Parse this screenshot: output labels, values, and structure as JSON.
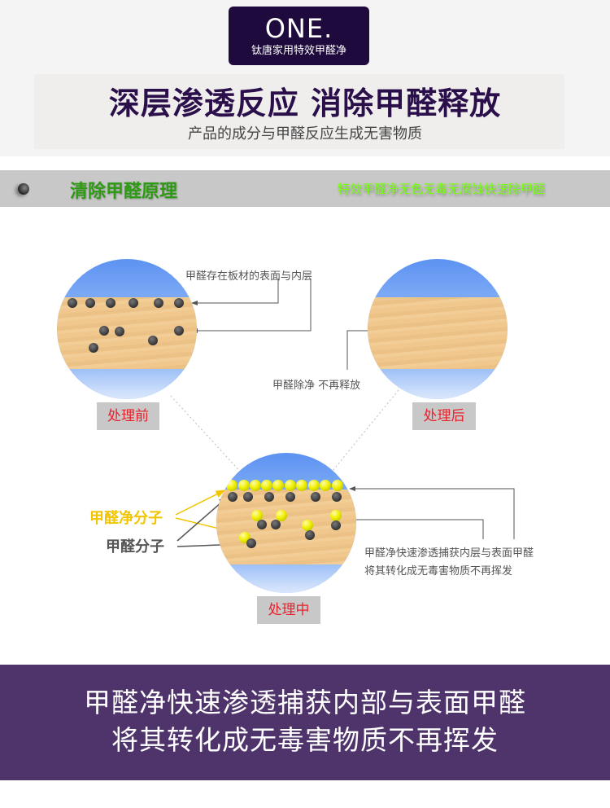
{
  "header": {
    "badge_title": "ONE.",
    "badge_subtitle": "钛唐家用特效甲醛净",
    "headline": "深层渗透反应  消除甲醛释放",
    "subheadline": "产品的成分与甲醛反应生成无害物质"
  },
  "section_bar": {
    "icon": "bullet-sphere-icon",
    "title": "清除甲醛原理",
    "tagline": "特效甲醛净无色无毒无腐蚀快速除甲醛",
    "colors": {
      "title": "#2e9a14",
      "tagline": "#7aff14",
      "bar": "#c8c8c8"
    }
  },
  "diagram": {
    "before": {
      "label": "处理前",
      "note": "甲醛存在板材的表面与内层"
    },
    "after": {
      "label": "处理后",
      "note": "甲醛除净  不再释放"
    },
    "during": {
      "label": "处理中",
      "note_line1": "甲醛净快速渗透捕获内层与表面甲醛",
      "note_line2": "将其转化成无毒害物质不再挥发"
    },
    "legend": {
      "cleaner_molecule": "甲醛净分子",
      "formaldehyde_molecule": "甲醛分子",
      "colors": {
        "cleaner": "#f2c500",
        "formaldehyde": "#555555"
      }
    },
    "label_color": "#e8222c"
  },
  "footer": {
    "line1": "甲醛净快速渗透捕获内部与表面甲醛",
    "line2": "将其转化成无毒害物质不再挥发",
    "background": "#4f346b"
  }
}
